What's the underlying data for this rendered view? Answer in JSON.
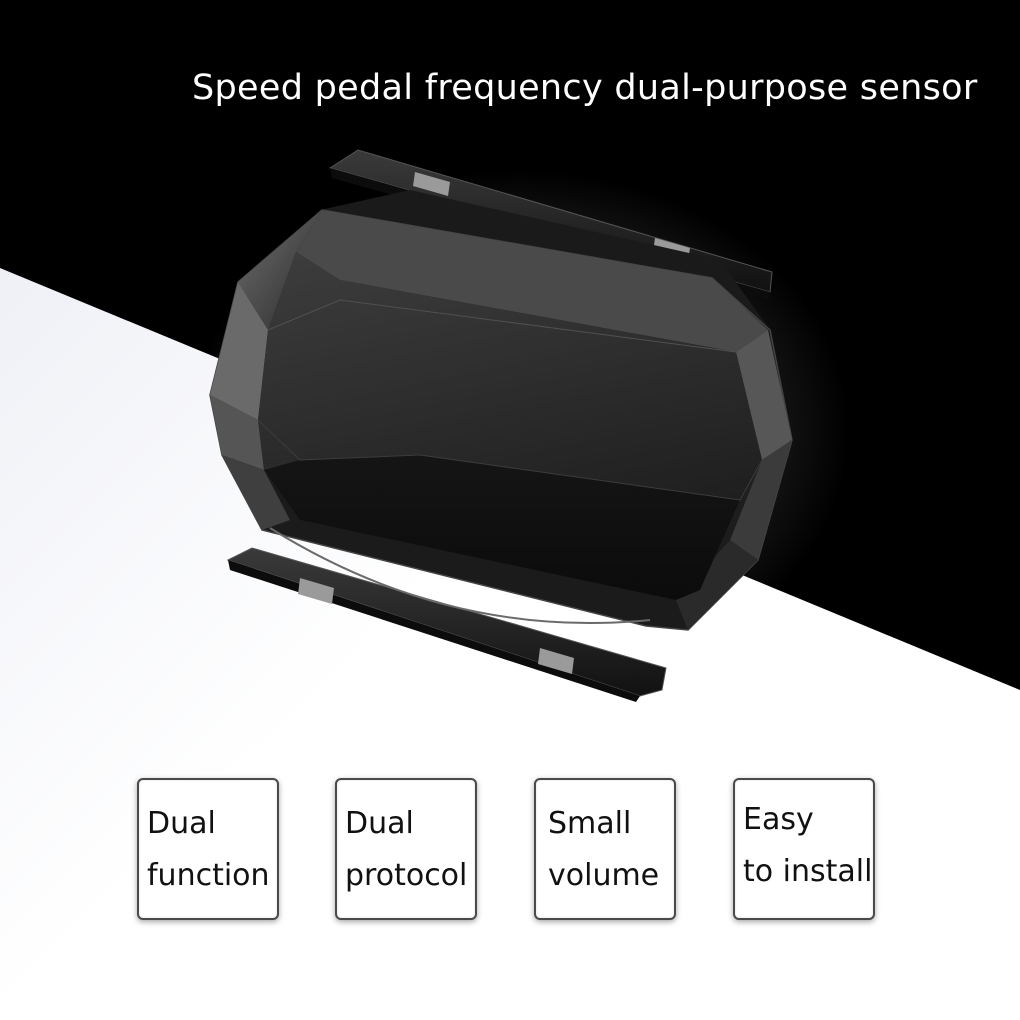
{
  "headline": "Speed pedal frequency dual-purpose sensor",
  "features": [
    {
      "line1": "Dual",
      "line2": "function"
    },
    {
      "line1": "Dual",
      "line2": "protocol"
    },
    {
      "line1": "Small",
      "line2": "volume"
    },
    {
      "line1": "Easy",
      "line2": "to install"
    }
  ],
  "colors": {
    "background_dark": "#000000",
    "background_light": "#ffffff",
    "sensor_body": "#2b2b2b",
    "headline_text": "#ffffff",
    "feature_text": "#111111"
  }
}
